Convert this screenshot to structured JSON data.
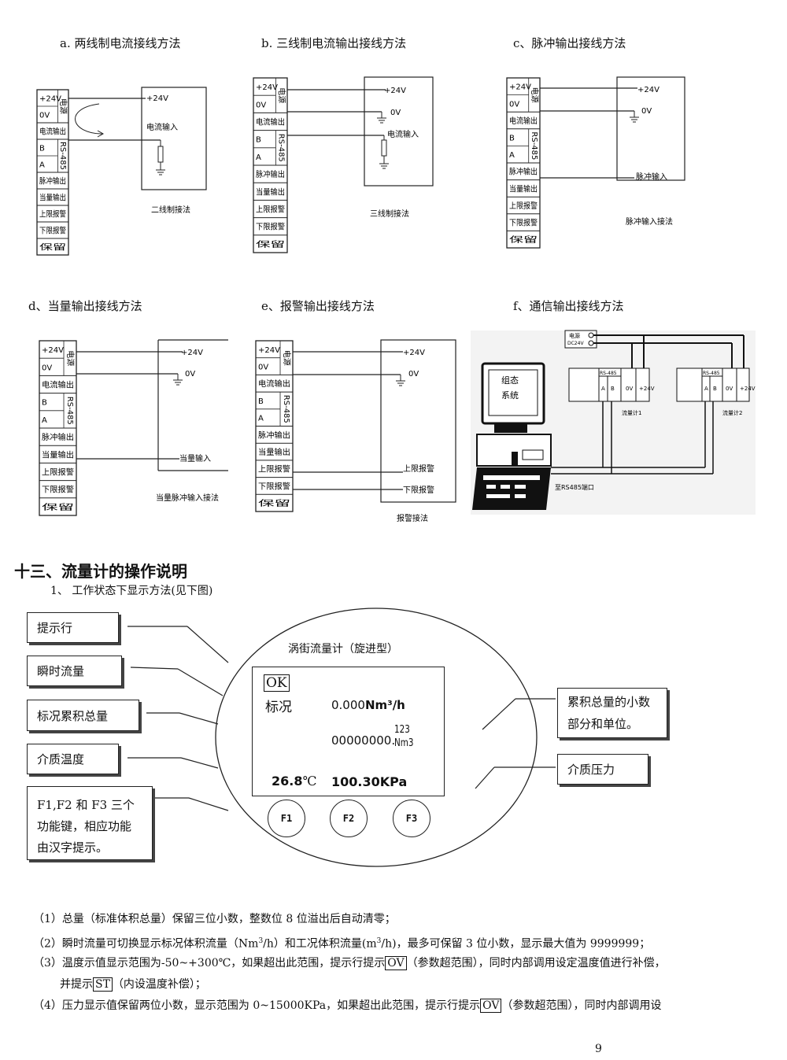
{
  "captions": {
    "a": "a. 两线制电流接线方法",
    "b": "b. 三线制电流输出接线方法",
    "c": "c、脉冲输出接线方法",
    "d": "d、当量输出接线方法",
    "e": "e、报警输出接线方法",
    "f": "f、通信输出接线方法"
  },
  "terminal": {
    "v24": "+24V",
    "v0": "0V",
    "power": "电源",
    "current_out": "电流输出",
    "rs485": "RS-485",
    "b": "B",
    "a": "A",
    "pulse_out": "脉冲输出",
    "equiv_out": "当量输出",
    "upper_alarm": "上限报警",
    "lower_alarm": "下限报警",
    "reserved": "保留"
  },
  "wiring": {
    "plus24": "+24V",
    "zero": "0V",
    "current_in": "电流输入",
    "pulse_in": "脉冲输入",
    "equiv_in": "当量输入",
    "upper_alarm": "上限报警",
    "lower_alarm": "下限报警",
    "two_wire": "二线制接法",
    "three_wire": "三线制接法",
    "pulse_method": "脉冲输入接法",
    "equiv_method": "当量脉冲输入接法",
    "alarm_method": "报警接法"
  },
  "comm": {
    "screen_line1": "组态",
    "screen_line2": "系统",
    "supply": "电源",
    "supply_spec": "DC24V",
    "meter1": "流量计1",
    "meter2": "流量计2",
    "port": "至RS485端口",
    "rs485": "RS-485",
    "a": "A",
    "b": "B",
    "zero": "0V",
    "plus24": "+24V"
  },
  "section": {
    "title": "十三、流量计的操作说明",
    "subtitle": "1、 工作状态下显示方法(见下图)"
  },
  "display": {
    "device_title": "涡街流量计（旋进型）",
    "status": "OK",
    "mode": "标况",
    "flow_rate": "0.000",
    "flow_unit": "Nm³/h",
    "total_int": "00000000.",
    "total_frac": "123",
    "total_unit": "Nm3",
    "temperature": "26.8",
    "temp_unit": "℃",
    "pressure": "100.30KPa",
    "keys": [
      "F1",
      "F2",
      "F3"
    ]
  },
  "callouts": {
    "prompt_line": "提示行",
    "instant_flow": "瞬时流量",
    "std_total": "标况累积总量",
    "medium_temp": "介质温度",
    "function_keys": "F1,F2 和 F3 三个功能键，相应功能由汉字提示。",
    "total_frac_unit": "累积总量的小数部分和单位。",
    "medium_pressure": "介质压力"
  },
  "notes": {
    "n1": "（1）总量（标准体积总量）保留三位小数，整数位 8 位溢出后自动清零；",
    "n2a": "（2）瞬时流量可切换显示标况体积流量（Nm",
    "n2b": "3",
    "n2c": "/h）和工况体积流量(m",
    "n2d": "3",
    "n2e": "/h)，最多可保留 3 位小数，显示最大值为 9999999；",
    "n3a": "（3）温度示值显示范围为-50~+300℃，如果超出此范围，提示行提示",
    "n3_ov": "OV",
    "n3b": "（参数超范围），同时内部调用设定温度值进行补偿，",
    "n3c": "并提示",
    "n3_st": "ST",
    "n3d": "（内设温度补偿）；",
    "n4a": "（4）压力显示值保留两位小数，显示范围为 0~15000KPa，如果超出此范围，提示行提示",
    "n4_ov": "OV",
    "n4b": "（参数超范围），同时内部调用设"
  },
  "page_number": "9"
}
